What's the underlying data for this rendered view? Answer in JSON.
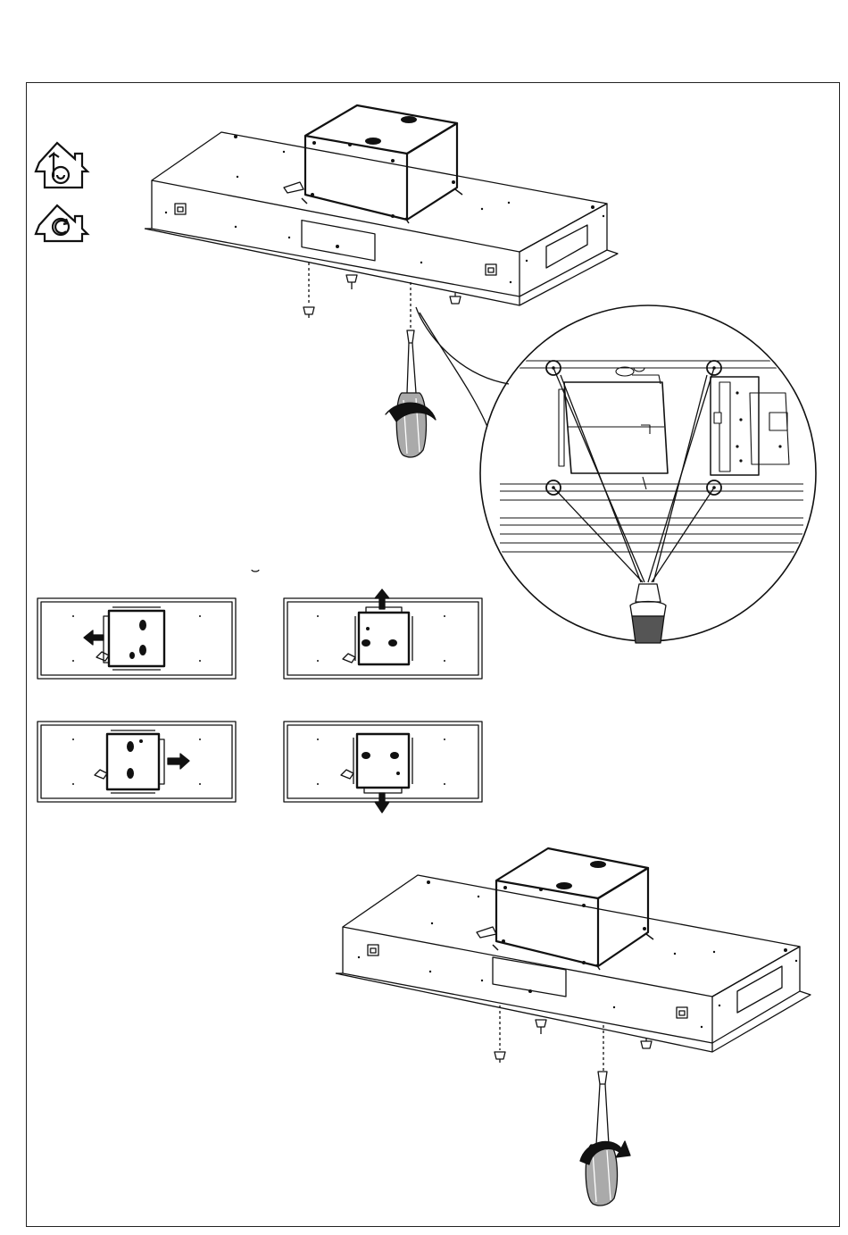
{
  "document": {
    "kind": "installation-instruction-page",
    "text_content": []
  },
  "mode_icons": [
    {
      "icon": "house-ducted-exhaust-icon",
      "glyph": "b"
    },
    {
      "icon": "house-recirculation-icon",
      "glyph": "C"
    }
  ],
  "colors": {
    "line": "#111111",
    "paper": "#ffffff",
    "shade": "#555555",
    "tool": "#888888"
  },
  "illustrations": [
    {
      "name": "hood-top",
      "shows": "motor-housing-on-hood-with-screws-and-screwdriver"
    },
    {
      "name": "detail-magnifier",
      "shows": "four-circled-fixing-points-of-motor-unit"
    },
    {
      "name": "positions",
      "shows": "four-motor-orientation-options",
      "arrows": [
        "left",
        "up",
        "right",
        "down"
      ]
    },
    {
      "name": "hood-bottom",
      "shows": "repositioned-motor-housing-with-screws-and-screwdriver"
    }
  ]
}
